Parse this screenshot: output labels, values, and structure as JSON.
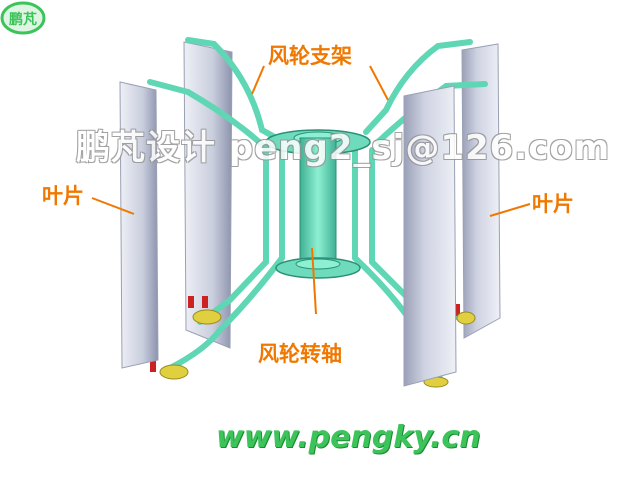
{
  "labels": {
    "frame": "风轮支架",
    "blade_left": "叶片",
    "blade_right": "叶片",
    "shaft": "风轮转轴"
  },
  "watermark": "鹏芃设计 peng2_sj@126.com",
  "footer": {
    "website": "www.pengky.cn",
    "logo_text": "鹏芃"
  },
  "colors": {
    "frame": "#5fd6b4",
    "frame_edge": "#2a8f76",
    "blade": "#d9dde9",
    "blade_shade": "#8d93ad",
    "label": "#f07800",
    "bracket_red": "#cc2222",
    "bracket_yellow": "#e0d040",
    "site": "#3cc45a"
  }
}
